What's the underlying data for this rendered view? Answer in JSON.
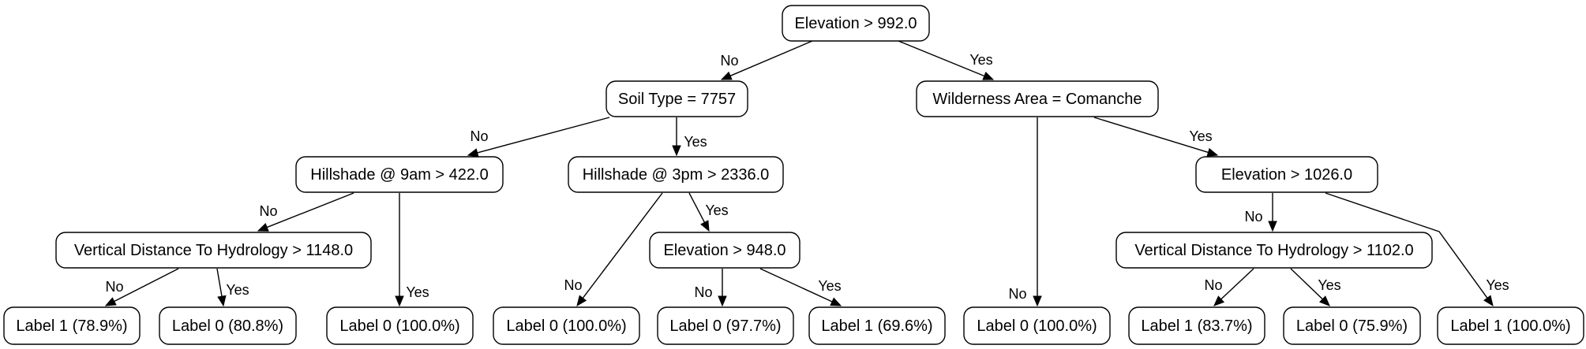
{
  "nodes": {
    "n1": "Elevation > 992.0",
    "n2": "Soil Type = 7757",
    "n3": "Wilderness Area = Comanche",
    "n4": "Hillshade @ 9am > 422.0",
    "n5": "Hillshade @ 3pm > 2336.0",
    "n6": "Elevation > 1026.0",
    "n7": "Vertical Distance To Hydrology > 1148.0",
    "n8": "Elevation > 948.0",
    "n9": "Vertical Distance To Hydrology > 1102.0",
    "l1": "Label 1 (78.9%)",
    "l2": "Label 0 (80.8%)",
    "l3": "Label 0 (100.0%)",
    "l4": "Label 0 (100.0%)",
    "l5": "Label 0 (97.7%)",
    "l6": "Label 1 (69.6%)",
    "l7": "Label 0 (100.0%)",
    "l8": "Label 1 (83.7%)",
    "l9": "Label 0 (75.9%)",
    "l10": "Label 1 (100.0%)"
  },
  "edges": {
    "e1": {
      "from": "n1",
      "to": "n2",
      "label": "No"
    },
    "e2": {
      "from": "n1",
      "to": "n3",
      "label": "Yes"
    },
    "e3": {
      "from": "n2",
      "to": "n4",
      "label": "No"
    },
    "e4": {
      "from": "n2",
      "to": "n5",
      "label": "Yes"
    },
    "e5": {
      "from": "n3",
      "to": "l7",
      "label": "No"
    },
    "e6": {
      "from": "n3",
      "to": "n6",
      "label": "Yes"
    },
    "e7": {
      "from": "n4",
      "to": "n7",
      "label": "No"
    },
    "e8": {
      "from": "n4",
      "to": "l3",
      "label": "Yes"
    },
    "e9": {
      "from": "n5",
      "to": "l4",
      "label": "No"
    },
    "e10": {
      "from": "n5",
      "to": "n8",
      "label": "Yes"
    },
    "e11": {
      "from": "n6",
      "to": "n9",
      "label": "No"
    },
    "e12": {
      "from": "n6",
      "to": "l10",
      "label": "Yes"
    },
    "e13": {
      "from": "n7",
      "to": "l1",
      "label": "No"
    },
    "e14": {
      "from": "n7",
      "to": "l2",
      "label": "Yes"
    },
    "e15": {
      "from": "n8",
      "to": "l5",
      "label": "No"
    },
    "e16": {
      "from": "n8",
      "to": "l6",
      "label": "Yes"
    },
    "e17": {
      "from": "n9",
      "to": "l8",
      "label": "No"
    },
    "e18": {
      "from": "n9",
      "to": "l9",
      "label": "Yes"
    }
  }
}
